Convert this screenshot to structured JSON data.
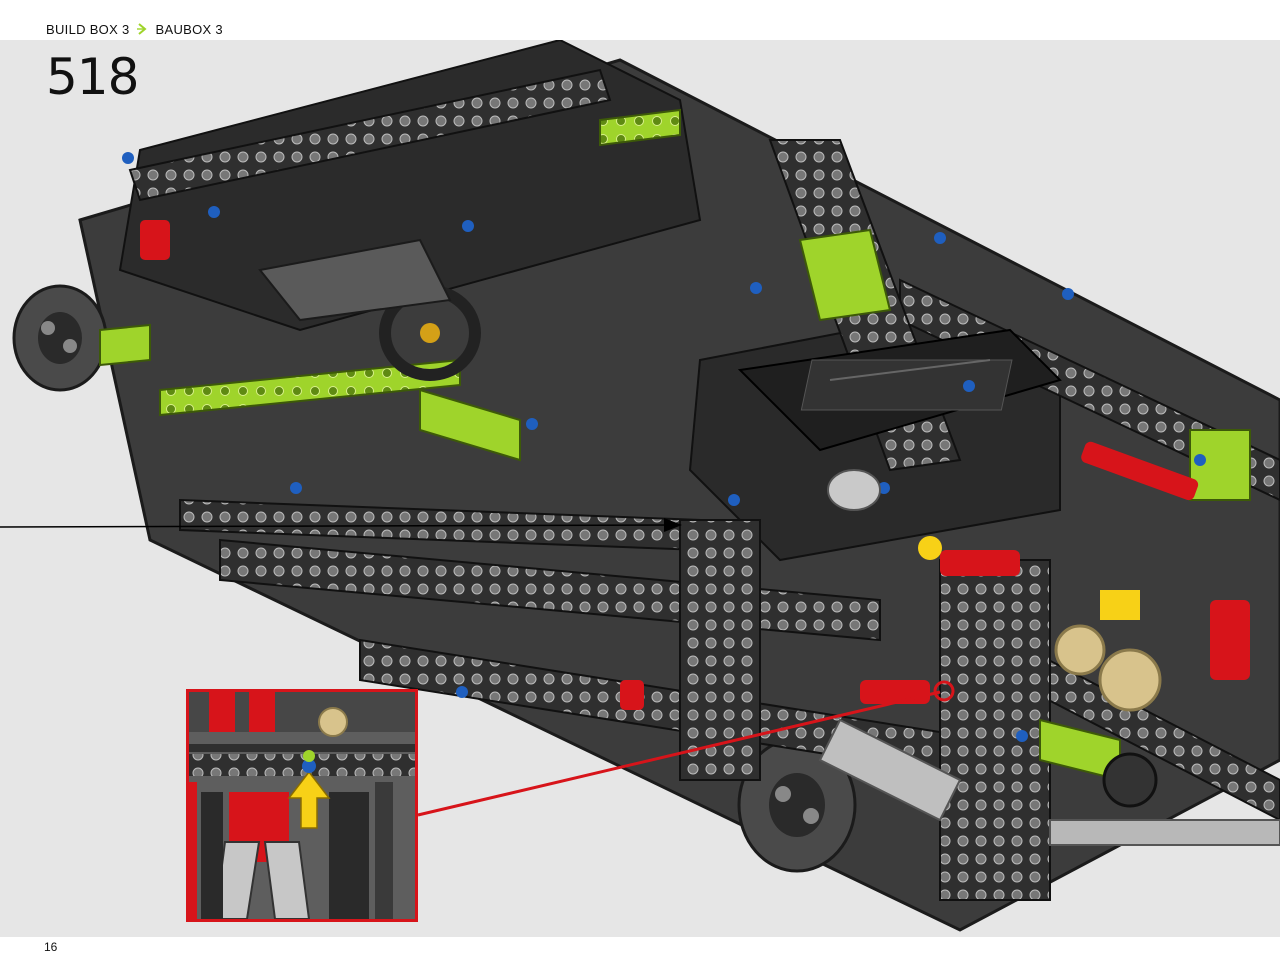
{
  "header": {
    "left_label": "BUILD BOX 3",
    "separator_icon": "lime-chevron-icon",
    "right_label": "BAUBOX 3"
  },
  "step": {
    "number": "518"
  },
  "page": {
    "number": "16"
  },
  "colors": {
    "accent_lime": "#9fd42b",
    "callout_red": "#d7141a",
    "background_grey": "#e6e6e6",
    "frame_black": "#2f2f2f",
    "arrow_yellow": "#f7d117"
  }
}
